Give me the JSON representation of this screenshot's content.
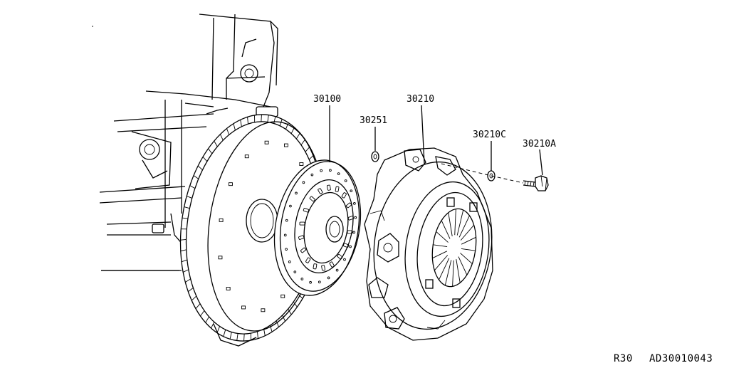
{
  "diagram": {
    "labels": {
      "clutch_disc": "30100",
      "pilot_bushing": "30251",
      "pressure_plate": "30210",
      "washer": "30210C",
      "bolt": "30210A"
    },
    "footer": {
      "section_code": "R30",
      "illustration_id": "AD30010043"
    }
  }
}
